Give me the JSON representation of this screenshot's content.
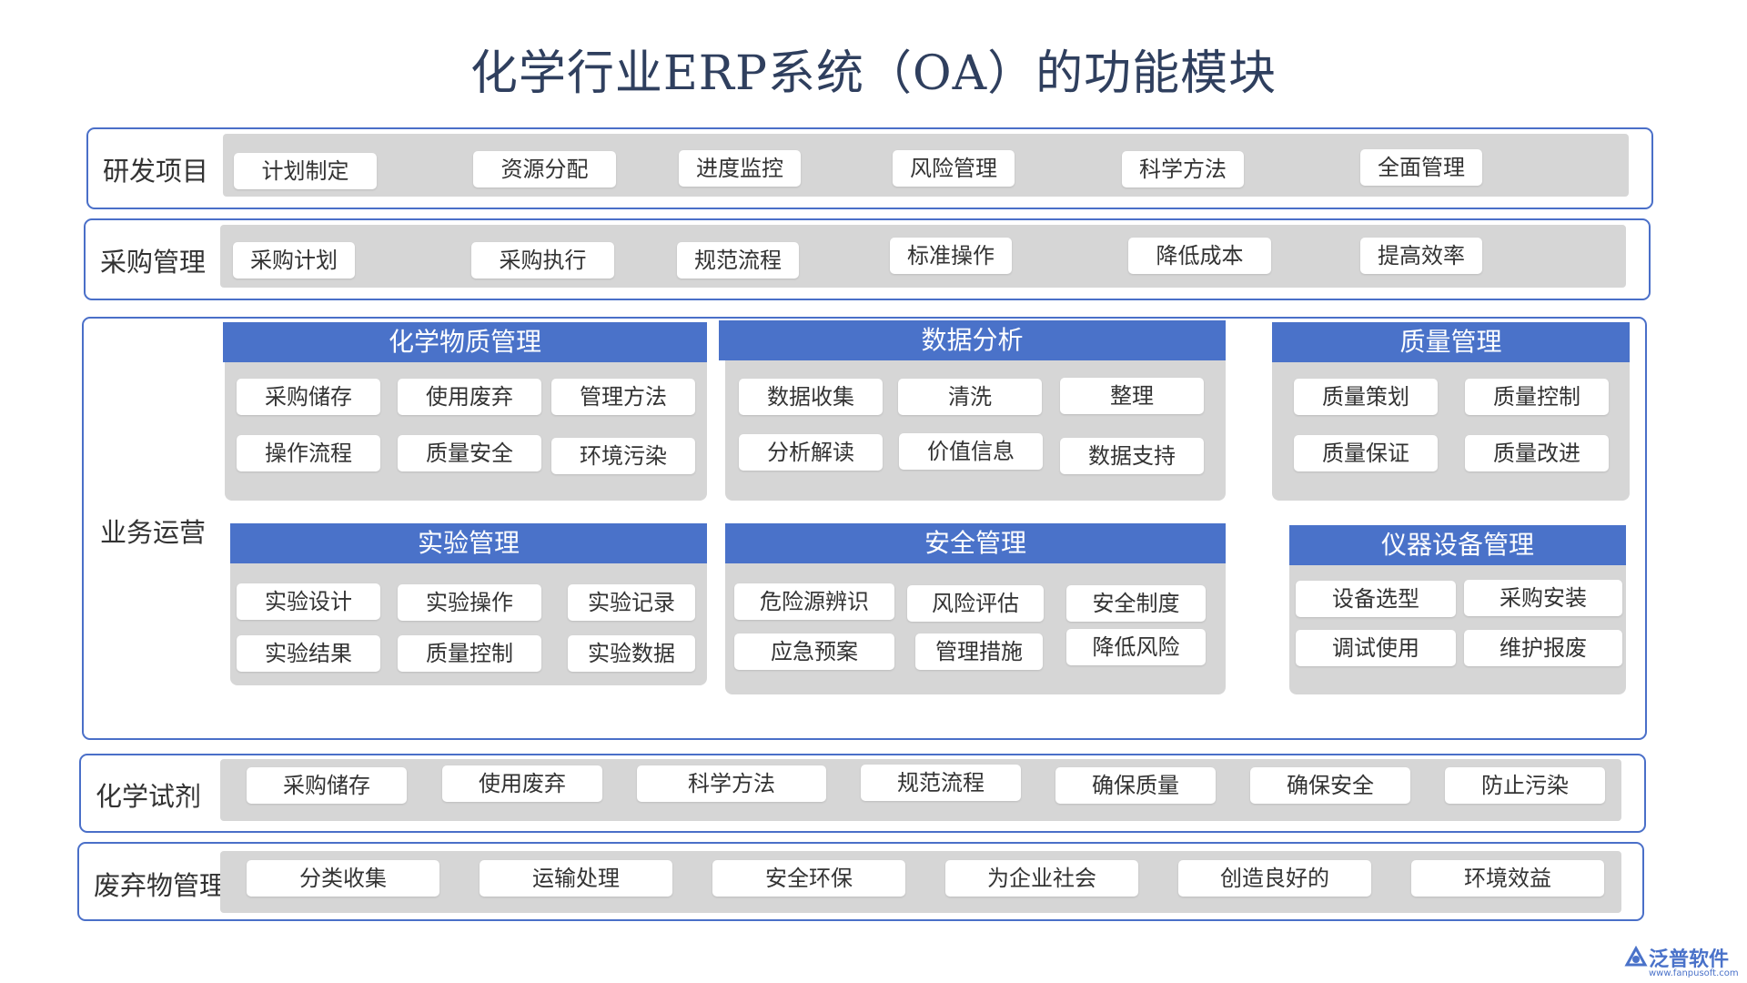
{
  "title": "化学行业ERP系统（OA）的功能模块",
  "rows": {
    "research": {
      "label": "研发项目",
      "items": [
        "计划制定",
        "资源分配",
        "进度监控",
        "风险管理",
        "科学方法",
        "全面管理"
      ]
    },
    "purchase": {
      "label": "采购管理",
      "items": [
        "采购计划",
        "采购执行",
        "规范流程",
        "标准操作",
        "降低成本",
        "提高效率"
      ]
    },
    "operations": {
      "label": "业务运营",
      "panels": {
        "chemical": {
          "title": "化学物质管理",
          "items": [
            "采购储存",
            "使用废弃",
            "管理方法",
            "操作流程",
            "质量安全",
            "环境污染"
          ]
        },
        "data": {
          "title": "数据分析",
          "items": [
            "数据收集",
            "清洗",
            "整理",
            "分析解读",
            "价值信息",
            "数据支持"
          ]
        },
        "quality": {
          "title": "质量管理",
          "items": [
            "质量策划",
            "质量控制",
            "质量保证",
            "质量改进"
          ]
        },
        "experiment": {
          "title": "实验管理",
          "items": [
            "实验设计",
            "实验操作",
            "实验记录",
            "实验结果",
            "质量控制",
            "实验数据"
          ]
        },
        "safety": {
          "title": "安全管理",
          "items": [
            "危险源辨识",
            "风险评估",
            "安全制度",
            "应急预案",
            "管理措施",
            "降低风险"
          ]
        },
        "equipment": {
          "title": "仪器设备管理",
          "items": [
            "设备选型",
            "采购安装",
            "调试使用",
            "维护报废"
          ]
        }
      }
    },
    "reagent": {
      "label": "化学试剂",
      "items": [
        "采购储存",
        "使用废弃",
        "科学方法",
        "规范流程",
        "确保质量",
        "确保安全",
        "防止污染"
      ]
    },
    "waste": {
      "label": "废弃物管理",
      "items": [
        "分类收集",
        "运输处理",
        "安全环保",
        "为企业社会",
        "创造良好的",
        "环境效益"
      ]
    }
  },
  "logo": {
    "name": "泛普软件",
    "url": "www.fanpusoft.com"
  },
  "colors": {
    "accent": "#4a72c9",
    "frame": "#4a6fc8",
    "band": "#d6d6d6",
    "title": "#2f3f5e"
  }
}
